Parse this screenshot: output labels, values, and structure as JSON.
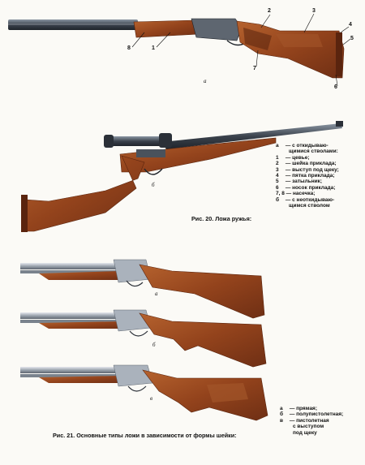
{
  "fig20": {
    "caption": "Рис. 20. Ложа ружья:",
    "panel_a": "а",
    "panel_b": "б",
    "callouts": [
      "1",
      "2",
      "3",
      "4",
      "5",
      "6",
      "7",
      "8"
    ],
    "legend": [
      {
        "k": "а",
        "text": "— с откидываю-"
      },
      {
        "k": "",
        "text": "щимися стволами:",
        "indent": true
      },
      {
        "k": "1",
        "text": "— цевье;"
      },
      {
        "k": "2",
        "text": "— шейка приклада;"
      },
      {
        "k": "3",
        "text": "— выступ под щеку;"
      },
      {
        "k": "4",
        "text": "— пятка приклада;"
      },
      {
        "k": "5",
        "text": "— затыльник;"
      },
      {
        "k": "6",
        "text": "— носок приклада;"
      },
      {
        "k": "7, 8",
        "text": "— насечка;"
      },
      {
        "k": "б",
        "text": "— с неоткидываю-"
      },
      {
        "k": "",
        "text": "щимся стволом",
        "indent": true
      }
    ]
  },
  "fig21": {
    "caption": "Рис. 21. Основные типы ложи в зависимости от формы шейки:",
    "panel_labels": [
      "а",
      "б",
      "в"
    ],
    "legend": [
      {
        "k": "а",
        "text": "— прямая;"
      },
      {
        "k": "б",
        "text": "— полупистолетная;"
      },
      {
        "k": "в",
        "text": "— пистолетная"
      },
      {
        "k": "",
        "text": "с выступом",
        "indent": true
      },
      {
        "k": "",
        "text": "под щеку",
        "indent": true
      }
    ]
  },
  "colors": {
    "wood": "#9a4a22",
    "wood_dark": "#6f2f14",
    "metal": "#6f7a86",
    "metal_dark": "#2b3038",
    "steel_light": "#c9ced6"
  }
}
